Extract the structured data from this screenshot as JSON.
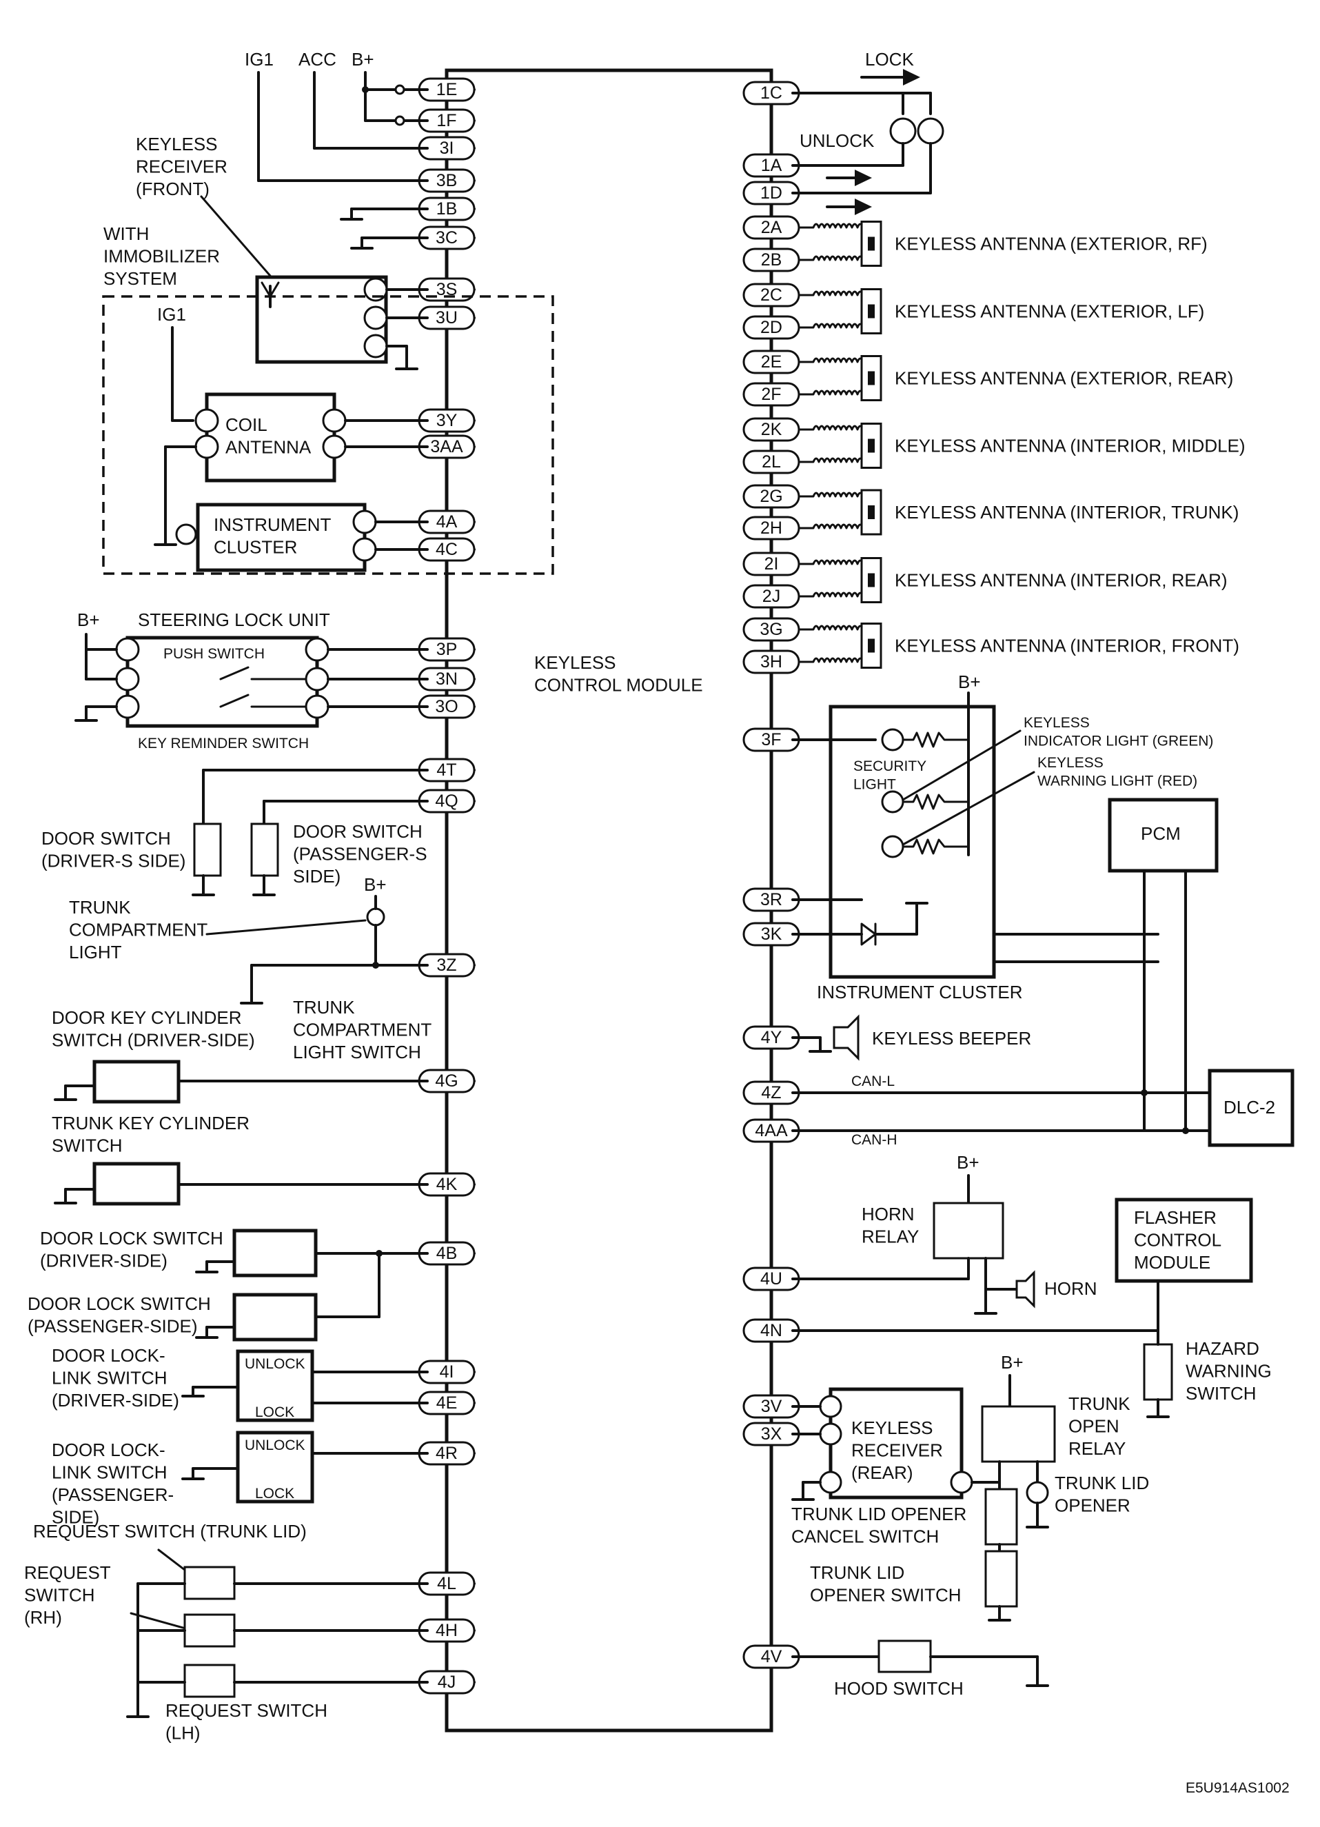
{
  "module_label": "KEYLESS\nCONTROL MODULE",
  "figure_code": "E5U914AS1002",
  "power_labels": {
    "ig1": "IG1",
    "acc": "ACC",
    "bplus": "B+",
    "ig1_immob": "IG1"
  },
  "direction_labels": {
    "lock": "LOCK",
    "unlock": "UNLOCK"
  },
  "left_pins": [
    "1E",
    "1F",
    "3I",
    "3B",
    "1B",
    "3C",
    "3S",
    "3U",
    "3Y",
    "3AA",
    "4A",
    "4C",
    "3P",
    "3N",
    "3O",
    "4T",
    "4Q",
    "3Z",
    "4G",
    "4K",
    "4B",
    "4I",
    "4E",
    "4R",
    "4L",
    "4H",
    "4J"
  ],
  "right_pins": [
    "1C",
    "1A",
    "1D",
    "2A",
    "2B",
    "2C",
    "2D",
    "2E",
    "2F",
    "2K",
    "2L",
    "2G",
    "2H",
    "2I",
    "2J",
    "3G",
    "3H",
    "3F",
    "3R",
    "3K",
    "4Y",
    "4Z",
    "4AA",
    "4U",
    "4N",
    "3V",
    "3X",
    "4V"
  ],
  "antennas": [
    {
      "pins": [
        "2A",
        "2B"
      ],
      "label": "KEYLESS ANTENNA (EXTERIOR, RF)"
    },
    {
      "pins": [
        "2C",
        "2D"
      ],
      "label": "KEYLESS ANTENNA (EXTERIOR, LF)"
    },
    {
      "pins": [
        "2E",
        "2F"
      ],
      "label": "KEYLESS ANTENNA (EXTERIOR, REAR)"
    },
    {
      "pins": [
        "2K",
        "2L"
      ],
      "label": "KEYLESS ANTENNA (INTERIOR, MIDDLE)"
    },
    {
      "pins": [
        "2G",
        "2H"
      ],
      "label": "KEYLESS ANTENNA (INTERIOR, TRUNK)"
    },
    {
      "pins": [
        "2I",
        "2J"
      ],
      "label": "KEYLESS ANTENNA (INTERIOR, REAR)"
    },
    {
      "pins": [
        "3G",
        "3H"
      ],
      "label": "KEYLESS ANTENNA (INTERIOR, FRONT)"
    }
  ],
  "left_components": {
    "keyless_receiver_front": "KEYLESS\nRECEIVER\n(FRONT)",
    "with_immobilizer": "WITH\nIMMOBILIZER\nSYSTEM",
    "coil_antenna": "COIL\nANTENNA",
    "instrument_cluster": "INSTRUMENT\nCLUSTER",
    "steering_lock_unit": "STEERING LOCK UNIT",
    "push_switch": "PUSH SWITCH",
    "key_reminder_switch": "KEY REMINDER SWITCH",
    "door_switch_driver": "DOOR SWITCH\n(DRIVER-S SIDE)",
    "door_switch_passenger": "DOOR SWITCH\n(PASSENGER-S\nSIDE)",
    "trunk_compartment_light": "TRUNK\nCOMPARTMENT\nLIGHT",
    "trunk_compartment_light_switch": "TRUNK\nCOMPARTMENT\nLIGHT SWITCH",
    "door_key_cylinder_switch": "DOOR KEY CYLINDER\nSWITCH (DRIVER-SIDE)",
    "trunk_key_cylinder_switch": "TRUNK KEY CYLINDER\nSWITCH",
    "door_lock_switch_driver": "DOOR LOCK SWITCH\n(DRIVER-SIDE)",
    "door_lock_switch_passenger": "DOOR LOCK SWITCH\n(PASSENGER-SIDE)",
    "door_lock_link_switch_driver": "DOOR LOCK-\nLINK SWITCH\n(DRIVER-SIDE)",
    "door_lock_link_switch_passenger": "DOOR LOCK-\nLINK SWITCH\n(PASSENGER-\nSIDE)",
    "unlock_tag": "UNLOCK",
    "lock_tag": "LOCK",
    "request_switch_trunk": "REQUEST SWITCH (TRUNK LID)",
    "request_switch_rh": "REQUEST\nSWITCH\n(RH)",
    "request_switch_lh": "REQUEST SWITCH\n(LH)"
  },
  "right_components": {
    "security_light": "SECURITY\nLIGHT",
    "keyless_indicator": "KEYLESS\nINDICATOR LIGHT (GREEN)",
    "keyless_warning": "KEYLESS\nWARNING LIGHT (RED)",
    "pcm": "PCM",
    "instrument_cluster": "INSTRUMENT CLUSTER",
    "keyless_beeper": "KEYLESS BEEPER",
    "can_l": "CAN-L",
    "can_h": "CAN-H",
    "dlc2": "DLC-2",
    "horn_relay": "HORN\nRELAY",
    "horn": "HORN",
    "flasher_control_module": "FLASHER\nCONTROL\nMODULE",
    "hazard_warning_switch": "HAZARD\nWARNING\nSWITCH",
    "keyless_receiver_rear": "KEYLESS\nRECEIVER\n(REAR)",
    "trunk_open_relay": "TRUNK\nOPEN\nRELAY",
    "trunk_lid_opener": "TRUNK LID\nOPENER",
    "trunk_lid_opener_cancel_switch": "TRUNK LID OPENER\nCANCEL SWITCH",
    "trunk_lid_opener_switch": "TRUNK LID\nOPENER SWITCH",
    "hood_switch": "HOOD SWITCH"
  }
}
